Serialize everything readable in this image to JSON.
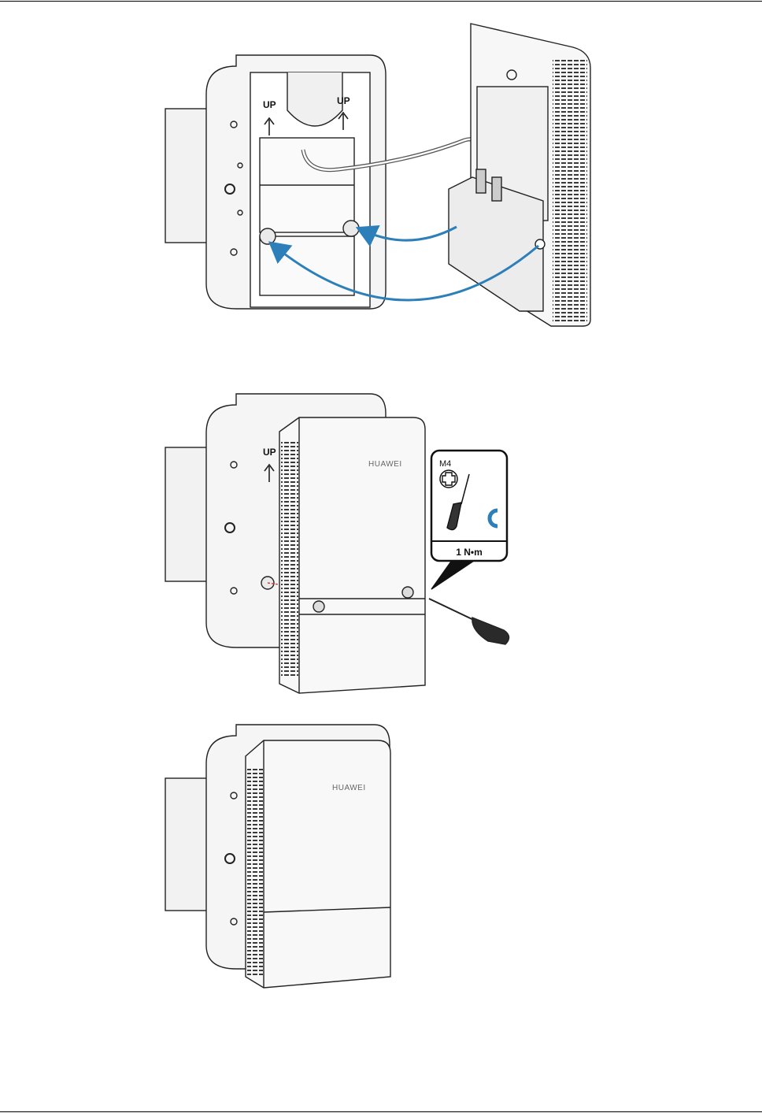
{
  "figures": [
    {
      "id": "step-1-attach",
      "bracket_labels": [
        "UP",
        "UP"
      ],
      "arrow_color": "#2c7fb8"
    },
    {
      "id": "step-2-secure",
      "bracket_labels": [
        "UP"
      ],
      "brand": "HUAWEI",
      "callout": {
        "screw": "M4",
        "torque": "1 N•m",
        "icons": [
          "phillips-head-icon",
          "screwdriver-icon",
          "clockwise-rotation-icon"
        ]
      },
      "rotation_color": "#2c7fb8"
    },
    {
      "id": "step-3-installed",
      "brand": "HUAWEI"
    }
  ]
}
